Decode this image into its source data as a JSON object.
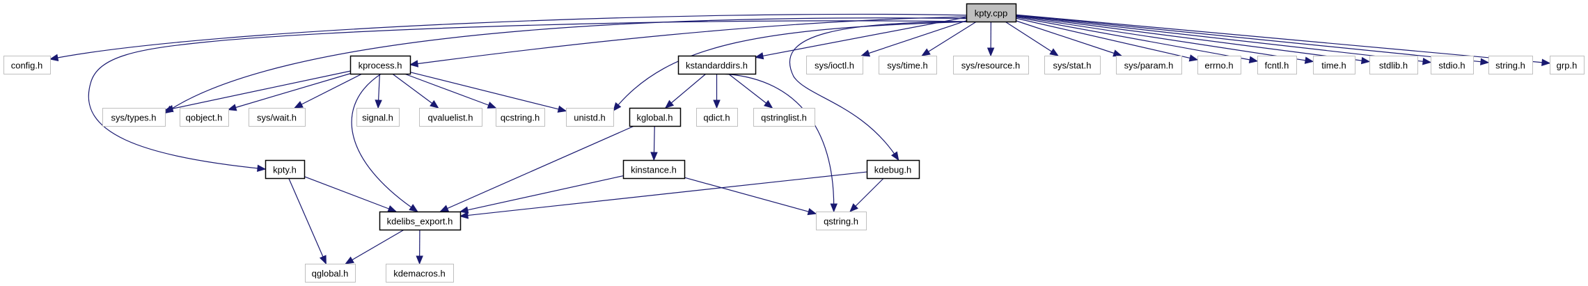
{
  "title": "kpty.cpp include dependency graph",
  "colors": {
    "edge": "#191970",
    "root_fill": "#bfbfbf",
    "documented_border": "#000000",
    "undocumented_border": "#bfbfbf"
  },
  "nodes": [
    {
      "id": "kpty_cpp",
      "label": "kpty.cpp",
      "kind": "root"
    },
    {
      "id": "config_h",
      "label": "config.h",
      "kind": "external"
    },
    {
      "id": "kprocess_h",
      "label": "kprocess.h",
      "kind": "documented"
    },
    {
      "id": "kstandarddirs_h",
      "label": "kstandarddirs.h",
      "kind": "documented"
    },
    {
      "id": "sys_ioctl_h",
      "label": "sys/ioctl.h",
      "kind": "external"
    },
    {
      "id": "sys_time_h",
      "label": "sys/time.h",
      "kind": "external"
    },
    {
      "id": "sys_resource_h",
      "label": "sys/resource.h",
      "kind": "external"
    },
    {
      "id": "sys_stat_h",
      "label": "sys/stat.h",
      "kind": "external"
    },
    {
      "id": "sys_param_h",
      "label": "sys/param.h",
      "kind": "external"
    },
    {
      "id": "errno_h",
      "label": "errno.h",
      "kind": "external"
    },
    {
      "id": "fcntl_h",
      "label": "fcntl.h",
      "kind": "external"
    },
    {
      "id": "time_h",
      "label": "time.h",
      "kind": "external"
    },
    {
      "id": "stdlib_h",
      "label": "stdlib.h",
      "kind": "external"
    },
    {
      "id": "stdio_h",
      "label": "stdio.h",
      "kind": "external"
    },
    {
      "id": "string_h",
      "label": "string.h",
      "kind": "external"
    },
    {
      "id": "grp_h",
      "label": "grp.h",
      "kind": "external"
    },
    {
      "id": "sys_types_h",
      "label": "sys/types.h",
      "kind": "external"
    },
    {
      "id": "qobject_h",
      "label": "qobject.h",
      "kind": "external"
    },
    {
      "id": "sys_wait_h",
      "label": "sys/wait.h",
      "kind": "external"
    },
    {
      "id": "signal_h",
      "label": "signal.h",
      "kind": "external"
    },
    {
      "id": "qvaluelist_h",
      "label": "qvaluelist.h",
      "kind": "external"
    },
    {
      "id": "qcstring_h",
      "label": "qcstring.h",
      "kind": "external"
    },
    {
      "id": "unistd_h",
      "label": "unistd.h",
      "kind": "external"
    },
    {
      "id": "kglobal_h",
      "label": "kglobal.h",
      "kind": "documented"
    },
    {
      "id": "qdict_h",
      "label": "qdict.h",
      "kind": "external"
    },
    {
      "id": "qstringlist_h",
      "label": "qstringlist.h",
      "kind": "external"
    },
    {
      "id": "kpty_h",
      "label": "kpty.h",
      "kind": "documented"
    },
    {
      "id": "kinstance_h",
      "label": "kinstance.h",
      "kind": "documented"
    },
    {
      "id": "kdebug_h",
      "label": "kdebug.h",
      "kind": "documented"
    },
    {
      "id": "kdelibs_export_h",
      "label": "kdelibs_export.h",
      "kind": "documented"
    },
    {
      "id": "qstring_h",
      "label": "qstring.h",
      "kind": "external"
    },
    {
      "id": "qglobal_h",
      "label": "qglobal.h",
      "kind": "external"
    },
    {
      "id": "kdemacros_h",
      "label": "kdemacros.h",
      "kind": "external"
    }
  ],
  "edges": [
    {
      "from": "kpty_cpp",
      "to": "config_h"
    },
    {
      "from": "kpty_cpp",
      "to": "kprocess_h"
    },
    {
      "from": "kpty_cpp",
      "to": "kstandarddirs_h"
    },
    {
      "from": "kpty_cpp",
      "to": "sys_ioctl_h"
    },
    {
      "from": "kpty_cpp",
      "to": "sys_time_h"
    },
    {
      "from": "kpty_cpp",
      "to": "sys_resource_h"
    },
    {
      "from": "kpty_cpp",
      "to": "sys_stat_h"
    },
    {
      "from": "kpty_cpp",
      "to": "sys_param_h"
    },
    {
      "from": "kpty_cpp",
      "to": "errno_h"
    },
    {
      "from": "kpty_cpp",
      "to": "fcntl_h"
    },
    {
      "from": "kpty_cpp",
      "to": "time_h"
    },
    {
      "from": "kpty_cpp",
      "to": "stdlib_h"
    },
    {
      "from": "kpty_cpp",
      "to": "stdio_h"
    },
    {
      "from": "kpty_cpp",
      "to": "string_h"
    },
    {
      "from": "kpty_cpp",
      "to": "grp_h"
    },
    {
      "from": "kpty_cpp",
      "to": "sys_types_h"
    },
    {
      "from": "kpty_cpp",
      "to": "unistd_h"
    },
    {
      "from": "kpty_cpp",
      "to": "kpty_h"
    },
    {
      "from": "kpty_cpp",
      "to": "kdebug_h"
    },
    {
      "from": "kprocess_h",
      "to": "sys_types_h"
    },
    {
      "from": "kprocess_h",
      "to": "qobject_h"
    },
    {
      "from": "kprocess_h",
      "to": "sys_wait_h"
    },
    {
      "from": "kprocess_h",
      "to": "signal_h"
    },
    {
      "from": "kprocess_h",
      "to": "qvaluelist_h"
    },
    {
      "from": "kprocess_h",
      "to": "qcstring_h"
    },
    {
      "from": "kprocess_h",
      "to": "unistd_h"
    },
    {
      "from": "kprocess_h",
      "to": "kdelibs_export_h"
    },
    {
      "from": "kstandarddirs_h",
      "to": "kglobal_h"
    },
    {
      "from": "kstandarddirs_h",
      "to": "qdict_h"
    },
    {
      "from": "kstandarddirs_h",
      "to": "qstringlist_h"
    },
    {
      "from": "kstandarddirs_h",
      "to": "qstring_h"
    },
    {
      "from": "kglobal_h",
      "to": "kinstance_h"
    },
    {
      "from": "kglobal_h",
      "to": "kdelibs_export_h"
    },
    {
      "from": "kinstance_h",
      "to": "kdelibs_export_h"
    },
    {
      "from": "kinstance_h",
      "to": "qstring_h"
    },
    {
      "from": "kdebug_h",
      "to": "kdelibs_export_h"
    },
    {
      "from": "kdebug_h",
      "to": "qstring_h"
    },
    {
      "from": "kpty_h",
      "to": "kdelibs_export_h"
    },
    {
      "from": "kpty_h",
      "to": "qglobal_h"
    },
    {
      "from": "kdelibs_export_h",
      "to": "qglobal_h"
    },
    {
      "from": "kdelibs_export_h",
      "to": "kdemacros_h"
    }
  ]
}
